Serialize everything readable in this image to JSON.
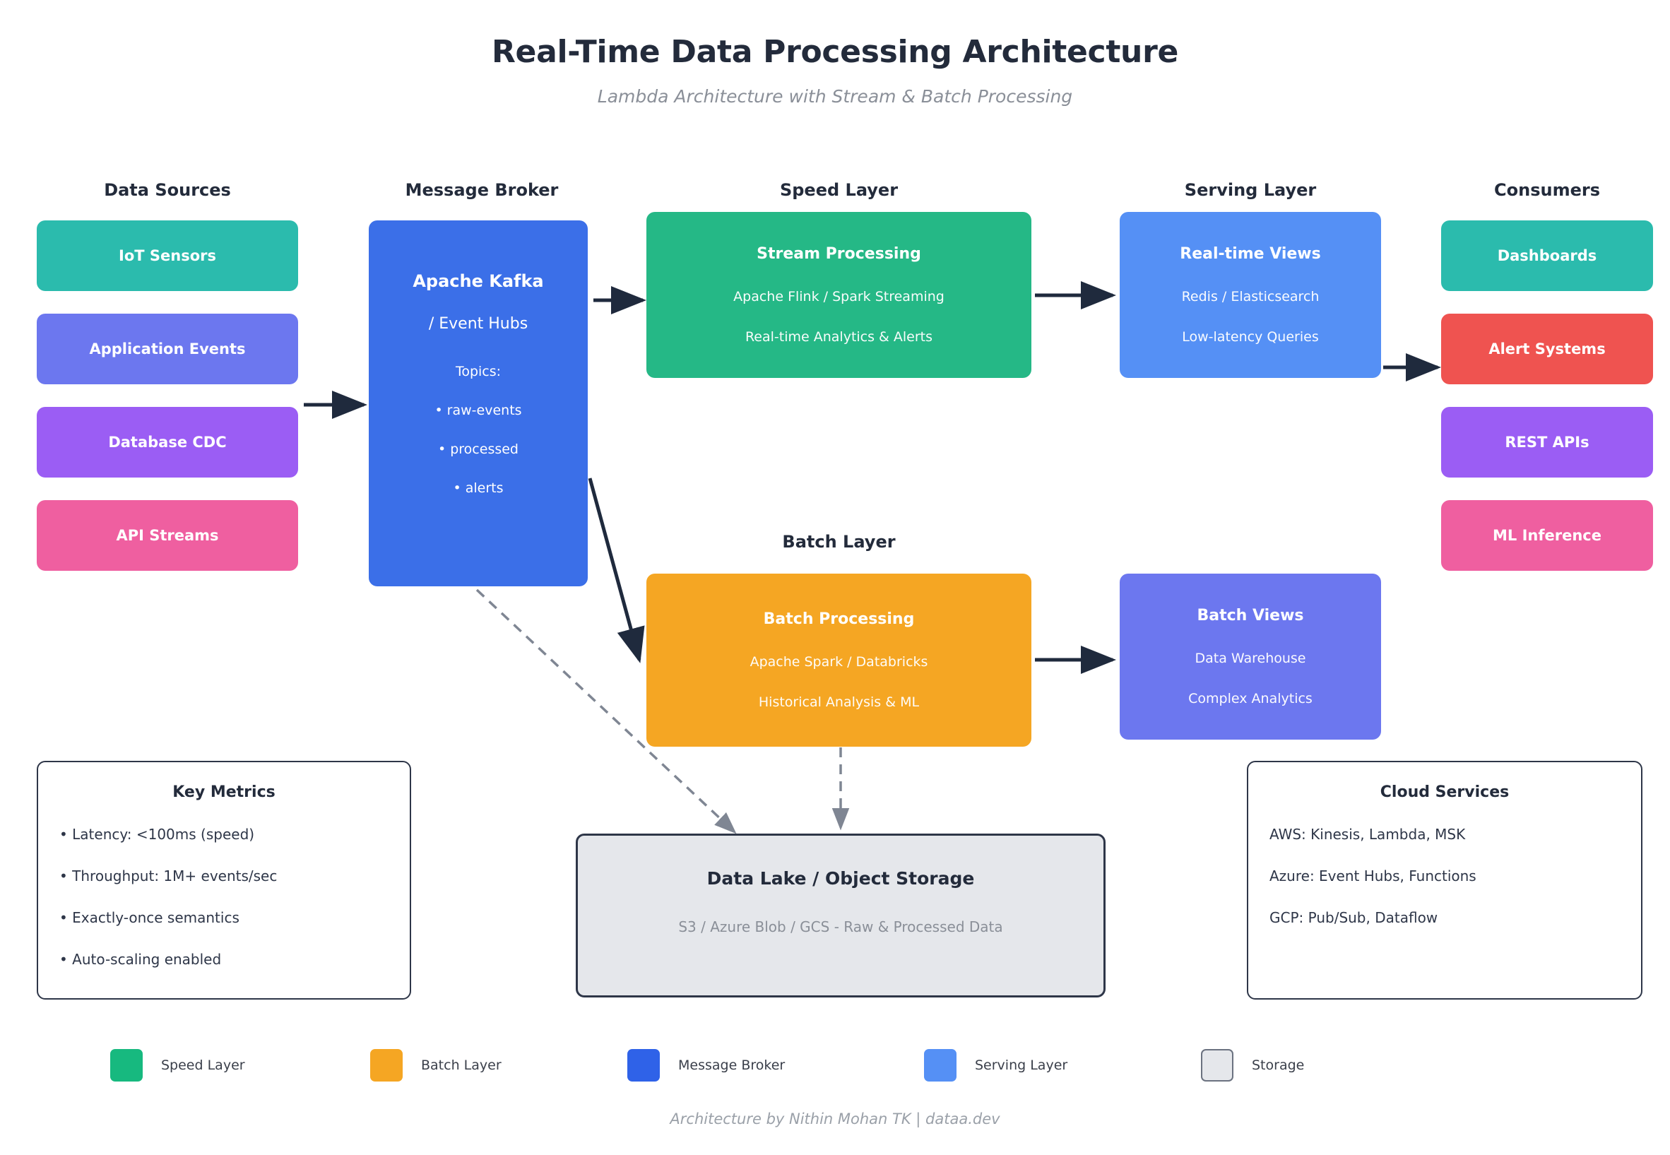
{
  "header": {
    "title": "Real-Time Data Processing Architecture",
    "subtitle": "Lambda Architecture with Stream & Batch Processing"
  },
  "columns": {
    "data_sources": "Data Sources",
    "message_broker": "Message Broker",
    "speed_layer": "Speed Layer",
    "serving_layer": "Serving Layer",
    "consumers": "Consumers",
    "batch_layer": "Batch Layer"
  },
  "data_sources": [
    {
      "label": "IoT Sensors",
      "color": "#2bbbad"
    },
    {
      "label": "Application Events",
      "color": "#6c77ef"
    },
    {
      "label": "Database CDC",
      "color": "#9b5df4"
    },
    {
      "label": "API Streams",
      "color": "#ef5fa0"
    }
  ],
  "broker": {
    "title": "Apache Kafka",
    "subtitle": "/ Event Hubs",
    "topics_label": "Topics:",
    "topics": [
      "• raw-events",
      "• processed",
      "• alerts"
    ],
    "color": "#3b6fe8"
  },
  "speed": {
    "title": "Stream Processing",
    "line1": "Apache Flink / Spark Streaming",
    "line2": "Real-time Analytics & Alerts",
    "color": "#25b886"
  },
  "serving": {
    "title": "Real-time Views",
    "line1": "Redis / Elasticsearch",
    "line2": "Low-latency Queries",
    "color": "#5590f5"
  },
  "batch": {
    "title": "Batch Processing",
    "line1": "Apache Spark / Databricks",
    "line2": "Historical Analysis & ML",
    "color": "#f5a623"
  },
  "batch_views": {
    "title": "Batch Views",
    "line1": "Data Warehouse",
    "line2": "Complex Analytics",
    "color": "#6c77ef"
  },
  "consumers": [
    {
      "label": "Dashboards",
      "color": "#2bbbad"
    },
    {
      "label": "Alert Systems",
      "color": "#ef5350"
    },
    {
      "label": "REST APIs",
      "color": "#9b5df4"
    },
    {
      "label": "ML Inference",
      "color": "#ef5fa0"
    }
  ],
  "key_metrics": {
    "title": "Key Metrics",
    "items": [
      "• Latency: <100ms (speed)",
      "• Throughput: 1M+ events/sec",
      "• Exactly-once semantics",
      "• Auto-scaling enabled"
    ]
  },
  "cloud_services": {
    "title": "Cloud Services",
    "items": [
      "AWS: Kinesis, Lambda, MSK",
      "Azure: Event Hubs, Functions",
      "GCP: Pub/Sub, Dataflow"
    ]
  },
  "data_lake": {
    "title": "Data Lake / Object Storage",
    "subtitle": "S3 / Azure Blob / GCS - Raw & Processed Data",
    "color": "#e5e7eb"
  },
  "legend": [
    {
      "label": "Speed Layer",
      "color": "#17b97f"
    },
    {
      "label": "Batch Layer",
      "color": "#f5a623"
    },
    {
      "label": "Message Broker",
      "color": "#2f62e8"
    },
    {
      "label": "Serving Layer",
      "color": "#5590f5"
    },
    {
      "label": "Storage",
      "color": "#e5e7eb"
    }
  ],
  "footer": "Architecture by Nithin Mohan TK | dataa.dev"
}
